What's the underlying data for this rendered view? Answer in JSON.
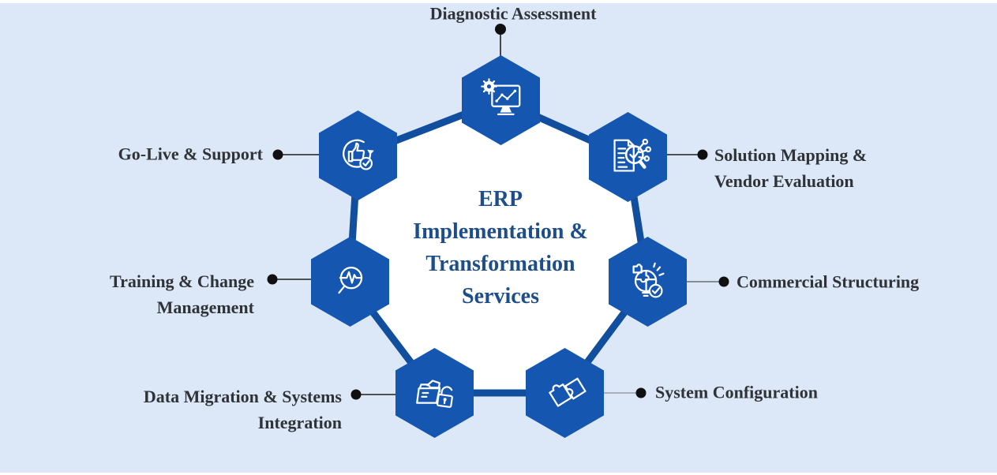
{
  "diagram": {
    "center_title": "ERP\nImplementation &\nTransformation\nServices",
    "nodes": [
      {
        "id": "diagnostic-assessment",
        "label": "Diagnostic Assessment",
        "icon": "monitor-analytics-icon"
      },
      {
        "id": "solution-mapping-vendor-evaluation",
        "label": "Solution Mapping &\nVendor Evaluation",
        "icon": "document-search-network-icon"
      },
      {
        "id": "commercial-structuring",
        "label": "Commercial Structuring",
        "icon": "puzzle-globe-check-icon"
      },
      {
        "id": "system-configuration",
        "label": "System Configuration",
        "icon": "puzzle-pieces-icon"
      },
      {
        "id": "data-migration-systems-integration",
        "label": "Data Migration & Systems\nIntegration",
        "icon": "folder-lock-icon"
      },
      {
        "id": "training-change-management",
        "label": "Training & Change\nManagement",
        "icon": "magnifier-pulse-icon"
      },
      {
        "id": "go-live-support",
        "label": "Go-Live & Support",
        "icon": "thumbs-up-refresh-check-icon"
      }
    ]
  },
  "palette": {
    "bg": "#dce8f7",
    "hexagon": "#1557b0",
    "ring": "#114f9e",
    "inner": "#ffffff",
    "title_text": "#1d4e8a",
    "label_text": "#2f3338",
    "connector_dark": "#1f1f1f",
    "connector_medium": "#6f6f6f",
    "connector_light": "#9a9da1",
    "dot": "#101010"
  }
}
